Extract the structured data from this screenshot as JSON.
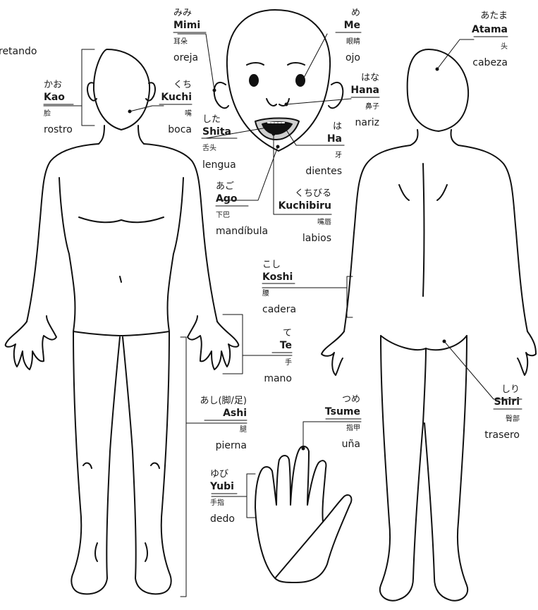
{
  "labels": {
    "mimi": {
      "kana": "みみ",
      "romaji": "Mimi",
      "hanzi": "耳朵",
      "es": "oreja"
    },
    "me": {
      "kana": "め",
      "romaji": "Me",
      "hanzi": "眼睛",
      "es": "ojo"
    },
    "atama": {
      "kana": "あたま",
      "romaji": "Atama",
      "hanzi": "头",
      "es": "cabeza"
    },
    "kao": {
      "kana": "かお",
      "romaji": "Kao",
      "hanzi": "脸",
      "es": "rostro"
    },
    "kuchi": {
      "kana": "くち",
      "romaji": "Kuchi",
      "hanzi": "嘴",
      "es": "boca"
    },
    "hana": {
      "kana": "はな",
      "romaji": "Hana",
      "hanzi": "鼻子",
      "es": "nariz"
    },
    "shita": {
      "kana": "した",
      "romaji": "Shita",
      "hanzi": "舌头",
      "es": "lengua"
    },
    "ha": {
      "kana": "は",
      "romaji": "Ha",
      "hanzi": "牙",
      "es": "dientes"
    },
    "ago": {
      "kana": "あご",
      "romaji": "Ago",
      "hanzi": "下巴",
      "es": "mandíbula"
    },
    "kuchibiru": {
      "kana": "くちびる",
      "romaji": "Kuchibiru",
      "hanzi": "嘴唇",
      "es": "labios"
    },
    "koshi": {
      "kana": "こし",
      "romaji": "Koshi",
      "hanzi": "腰",
      "es": "cadera"
    },
    "te": {
      "kana": "て",
      "romaji": "Te",
      "hanzi": "手",
      "es": "mano"
    },
    "shiri": {
      "kana": "しり",
      "romaji": "Shiri",
      "hanzi": "臀部",
      "es": "trasero"
    },
    "ashi": {
      "kana": "あし(脚/足)",
      "romaji": "Ashi",
      "hanzi": "腿",
      "es": "pierna"
    },
    "tsume": {
      "kana": "つめ",
      "romaji": "Tsume",
      "hanzi": "指甲",
      "es": "uña"
    },
    "yubi": {
      "kana": "ゆび",
      "romaji": "Yubi",
      "hanzi": "手指",
      "es": "dedo"
    }
  },
  "fragment": "retando"
}
